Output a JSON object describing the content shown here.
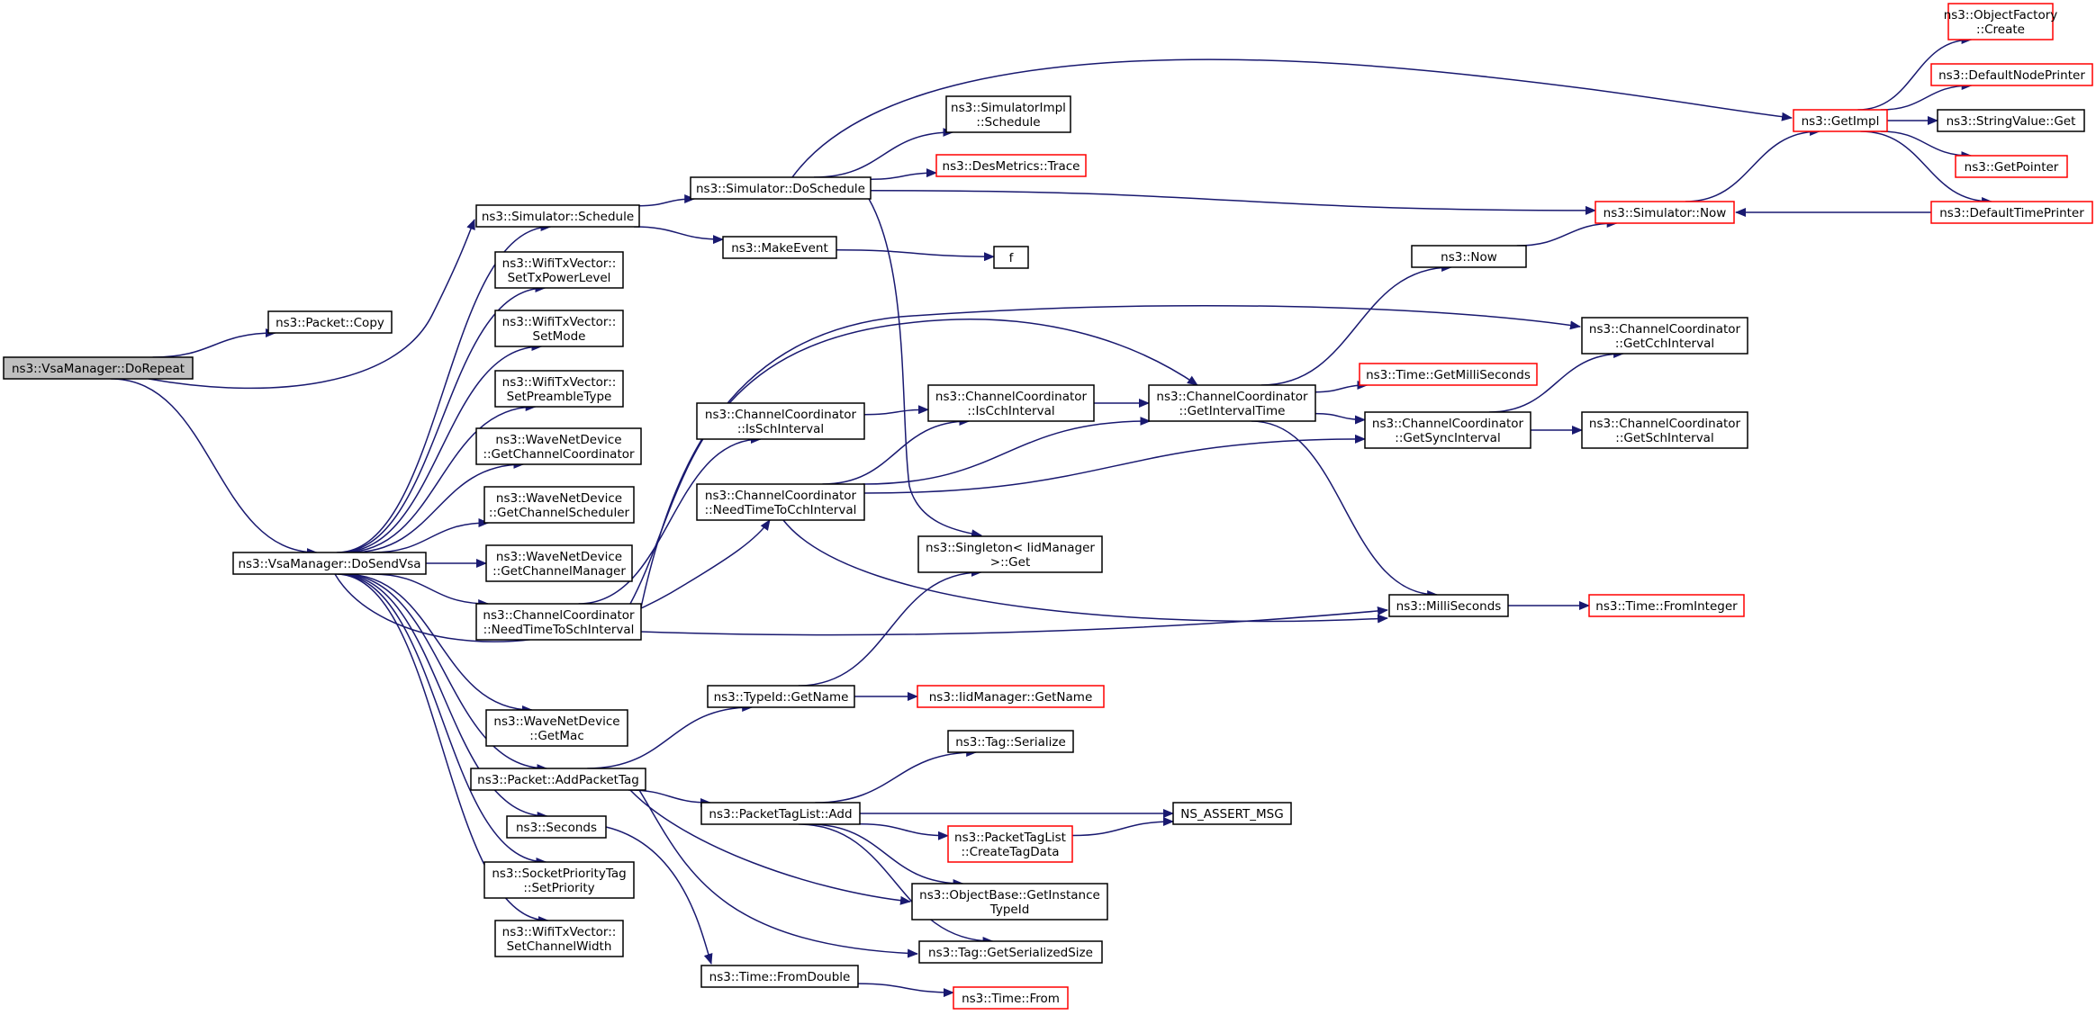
{
  "diagram": {
    "type": "call-graph",
    "colors": {
      "edge": "#191970",
      "normal_border": "#000000",
      "truncated_border": "#ff0000",
      "root_fill": "#bfbfbf"
    },
    "nodes": [
      {
        "id": "DoRepeat",
        "lines": [
          "ns3::VsaManager::DoRepeat"
        ],
        "style": "root"
      },
      {
        "id": "PacketCopy",
        "lines": [
          "ns3::Packet::Copy"
        ],
        "style": "normal"
      },
      {
        "id": "DoSendVsa",
        "lines": [
          "ns3::VsaManager::DoSendVsa"
        ],
        "style": "normal"
      },
      {
        "id": "SimSchedule",
        "lines": [
          "ns3::Simulator::Schedule"
        ],
        "style": "normal"
      },
      {
        "id": "SetTxPowerLevel",
        "lines": [
          "ns3::WifiTxVector::",
          "SetTxPowerLevel"
        ],
        "style": "normal"
      },
      {
        "id": "SetMode",
        "lines": [
          "ns3::WifiTxVector::",
          "SetMode"
        ],
        "style": "normal"
      },
      {
        "id": "SetPreambleType",
        "lines": [
          "ns3::WifiTxVector::",
          "SetPreambleType"
        ],
        "style": "normal"
      },
      {
        "id": "GetChannelCoordinator",
        "lines": [
          "ns3::WaveNetDevice",
          "::GetChannelCoordinator"
        ],
        "style": "normal"
      },
      {
        "id": "GetChannelScheduler",
        "lines": [
          "ns3::WaveNetDevice",
          "::GetChannelScheduler"
        ],
        "style": "normal"
      },
      {
        "id": "GetChannelManager",
        "lines": [
          "ns3::WaveNetDevice",
          "::GetChannelManager"
        ],
        "style": "normal"
      },
      {
        "id": "NeedTimeToSch",
        "lines": [
          "ns3::ChannelCoordinator",
          "::NeedTimeToSchInterval"
        ],
        "style": "normal"
      },
      {
        "id": "GetMac",
        "lines": [
          "ns3::WaveNetDevice",
          "::GetMac"
        ],
        "style": "normal"
      },
      {
        "id": "AddPacketTag",
        "lines": [
          "ns3::Packet::AddPacketTag"
        ],
        "style": "normal"
      },
      {
        "id": "Seconds",
        "lines": [
          "ns3::Seconds"
        ],
        "style": "normal"
      },
      {
        "id": "SetPriority",
        "lines": [
          "ns3::SocketPriorityTag",
          "::SetPriority"
        ],
        "style": "normal"
      },
      {
        "id": "SetChannelWidth",
        "lines": [
          "ns3::WifiTxVector::",
          "SetChannelWidth"
        ],
        "style": "normal"
      },
      {
        "id": "DoSchedule",
        "lines": [
          "ns3::Simulator::DoSchedule"
        ],
        "style": "normal"
      },
      {
        "id": "MakeEvent",
        "lines": [
          "ns3::MakeEvent"
        ],
        "style": "normal"
      },
      {
        "id": "IsSchInterval",
        "lines": [
          "ns3::ChannelCoordinator",
          "::IsSchInterval"
        ],
        "style": "normal"
      },
      {
        "id": "NeedTimeToCch",
        "lines": [
          "ns3::ChannelCoordinator",
          "::NeedTimeToCchInterval"
        ],
        "style": "normal"
      },
      {
        "id": "TypeIdGetName",
        "lines": [
          "ns3::TypeId::GetName"
        ],
        "style": "normal"
      },
      {
        "id": "PacketTagListAdd",
        "lines": [
          "ns3::PacketTagList::Add"
        ],
        "style": "normal"
      },
      {
        "id": "FromDouble",
        "lines": [
          "ns3::Time::FromDouble"
        ],
        "style": "normal"
      },
      {
        "id": "SimImplSchedule",
        "lines": [
          "ns3::SimulatorImpl",
          "::Schedule"
        ],
        "style": "normal"
      },
      {
        "id": "DesMetricsTrace",
        "lines": [
          "ns3::DesMetrics::Trace"
        ],
        "style": "truncated"
      },
      {
        "id": "f",
        "lines": [
          "f"
        ],
        "style": "normal"
      },
      {
        "id": "IsCchInterval",
        "lines": [
          "ns3::ChannelCoordinator",
          "::IsCchInterval"
        ],
        "style": "normal"
      },
      {
        "id": "SingletonGet",
        "lines": [
          "ns3::Singleton< IidManager",
          ">::Get"
        ],
        "style": "normal"
      },
      {
        "id": "IidGetName",
        "lines": [
          "ns3::IidManager::GetName"
        ],
        "style": "truncated"
      },
      {
        "id": "TagSerialize",
        "lines": [
          "ns3::Tag::Serialize"
        ],
        "style": "normal"
      },
      {
        "id": "CreateTagData",
        "lines": [
          "ns3::PacketTagList",
          "::CreateTagData"
        ],
        "style": "truncated"
      },
      {
        "id": "GetInstanceTypeId",
        "lines": [
          "ns3::ObjectBase::GetInstance",
          "TypeId"
        ],
        "style": "normal"
      },
      {
        "id": "GetSerializedSize",
        "lines": [
          "ns3::Tag::GetSerializedSize"
        ],
        "style": "normal"
      },
      {
        "id": "TimeFrom",
        "lines": [
          "ns3::Time::From"
        ],
        "style": "truncated"
      },
      {
        "id": "Now",
        "lines": [
          "ns3::Now"
        ],
        "style": "normal"
      },
      {
        "id": "GetIntervalTime",
        "lines": [
          "ns3::ChannelCoordinator",
          "::GetIntervalTime"
        ],
        "style": "normal"
      },
      {
        "id": "NsAssertMsg",
        "lines": [
          "NS_ASSERT_MSG"
        ],
        "style": "normal"
      },
      {
        "id": "SimulatorNow",
        "lines": [
          "ns3::Simulator::Now"
        ],
        "style": "truncated"
      },
      {
        "id": "GetCchInterval",
        "lines": [
          "ns3::ChannelCoordinator",
          "::GetCchInterval"
        ],
        "style": "normal"
      },
      {
        "id": "GetMilliSeconds",
        "lines": [
          "ns3::Time::GetMilliSeconds"
        ],
        "style": "truncated"
      },
      {
        "id": "GetSyncInterval",
        "lines": [
          "ns3::ChannelCoordinator",
          "::GetSyncInterval"
        ],
        "style": "normal"
      },
      {
        "id": "MilliSeconds",
        "lines": [
          "ns3::MilliSeconds"
        ],
        "style": "normal"
      },
      {
        "id": "GetSchInterval",
        "lines": [
          "ns3::ChannelCoordinator",
          "::GetSchInterval"
        ],
        "style": "normal"
      },
      {
        "id": "FromInteger",
        "lines": [
          "ns3::Time::FromInteger"
        ],
        "style": "truncated"
      },
      {
        "id": "GetImpl",
        "lines": [
          "ns3::GetImpl"
        ],
        "style": "truncated"
      },
      {
        "id": "ObjectFactoryCreate",
        "lines": [
          "ns3::ObjectFactory",
          "::Create"
        ],
        "style": "truncated"
      },
      {
        "id": "DefaultNodePrinter",
        "lines": [
          "ns3::DefaultNodePrinter"
        ],
        "style": "truncated"
      },
      {
        "id": "StringValueGet",
        "lines": [
          "ns3::StringValue::Get"
        ],
        "style": "normal"
      },
      {
        "id": "GetPointer",
        "lines": [
          "ns3::GetPointer"
        ],
        "style": "truncated"
      },
      {
        "id": "DefaultTimePrinter",
        "lines": [
          "ns3::DefaultTimePrinter"
        ],
        "style": "truncated"
      }
    ],
    "edges": [
      [
        "DoRepeat",
        "PacketCopy"
      ],
      [
        "DoRepeat",
        "SimSchedule"
      ],
      [
        "DoRepeat",
        "DoSendVsa"
      ],
      [
        "DoSendVsa",
        "SimSchedule"
      ],
      [
        "DoSendVsa",
        "SetTxPowerLevel"
      ],
      [
        "DoSendVsa",
        "SetMode"
      ],
      [
        "DoSendVsa",
        "SetPreambleType"
      ],
      [
        "DoSendVsa",
        "GetChannelCoordinator"
      ],
      [
        "DoSendVsa",
        "GetChannelScheduler"
      ],
      [
        "DoSendVsa",
        "GetChannelManager"
      ],
      [
        "DoSendVsa",
        "NeedTimeToSch"
      ],
      [
        "DoSendVsa",
        "NeedTimeToCch"
      ],
      [
        "DoSendVsa",
        "GetMac"
      ],
      [
        "DoSendVsa",
        "AddPacketTag"
      ],
      [
        "DoSendVsa",
        "Seconds"
      ],
      [
        "DoSendVsa",
        "SetPriority"
      ],
      [
        "DoSendVsa",
        "SetChannelWidth"
      ],
      [
        "SimSchedule",
        "DoSchedule"
      ],
      [
        "SimSchedule",
        "MakeEvent"
      ],
      [
        "DoSchedule",
        "GetImpl"
      ],
      [
        "DoSchedule",
        "SimImplSchedule"
      ],
      [
        "DoSchedule",
        "DesMetricsTrace"
      ],
      [
        "DoSchedule",
        "SimulatorNow"
      ],
      [
        "DoSchedule",
        "SingletonGet"
      ],
      [
        "MakeEvent",
        "f"
      ],
      [
        "NeedTimeToSch",
        "IsSchInterval"
      ],
      [
        "NeedTimeToSch",
        "GetIntervalTime"
      ],
      [
        "NeedTimeToSch",
        "GetCchInterval"
      ],
      [
        "NeedTimeToSch",
        "MilliSeconds"
      ],
      [
        "IsSchInterval",
        "IsCchInterval"
      ],
      [
        "IsCchInterval",
        "GetIntervalTime"
      ],
      [
        "NeedTimeToCch",
        "IsCchInterval"
      ],
      [
        "NeedTimeToCch",
        "GetIntervalTime"
      ],
      [
        "NeedTimeToCch",
        "GetSyncInterval"
      ],
      [
        "NeedTimeToCch",
        "MilliSeconds"
      ],
      [
        "GetIntervalTime",
        "Now"
      ],
      [
        "GetIntervalTime",
        "GetMilliSeconds"
      ],
      [
        "GetIntervalTime",
        "GetSyncInterval"
      ],
      [
        "GetIntervalTime",
        "MilliSeconds"
      ],
      [
        "Now",
        "SimulatorNow"
      ],
      [
        "GetSyncInterval",
        "GetCchInterval"
      ],
      [
        "GetSyncInterval",
        "GetSchInterval"
      ],
      [
        "MilliSeconds",
        "FromInteger"
      ],
      [
        "AddPacketTag",
        "TypeIdGetName"
      ],
      [
        "AddPacketTag",
        "PacketTagListAdd"
      ],
      [
        "AddPacketTag",
        "GetInstanceTypeId"
      ],
      [
        "AddPacketTag",
        "GetSerializedSize"
      ],
      [
        "TypeIdGetName",
        "SingletonGet"
      ],
      [
        "TypeIdGetName",
        "IidGetName"
      ],
      [
        "PacketTagListAdd",
        "TagSerialize"
      ],
      [
        "PacketTagListAdd",
        "NsAssertMsg"
      ],
      [
        "PacketTagListAdd",
        "CreateTagData"
      ],
      [
        "PacketTagListAdd",
        "GetInstanceTypeId"
      ],
      [
        "PacketTagListAdd",
        "GetSerializedSize"
      ],
      [
        "CreateTagData",
        "NsAssertMsg"
      ],
      [
        "Seconds",
        "FromDouble"
      ],
      [
        "FromDouble",
        "TimeFrom"
      ],
      [
        "SimulatorNow",
        "GetImpl"
      ],
      [
        "GetImpl",
        "ObjectFactoryCreate"
      ],
      [
        "GetImpl",
        "DefaultNodePrinter"
      ],
      [
        "GetImpl",
        "StringValueGet"
      ],
      [
        "GetImpl",
        "GetPointer"
      ],
      [
        "GetImpl",
        "DefaultTimePrinter"
      ],
      [
        "DefaultTimePrinter",
        "SimulatorNow"
      ]
    ]
  }
}
